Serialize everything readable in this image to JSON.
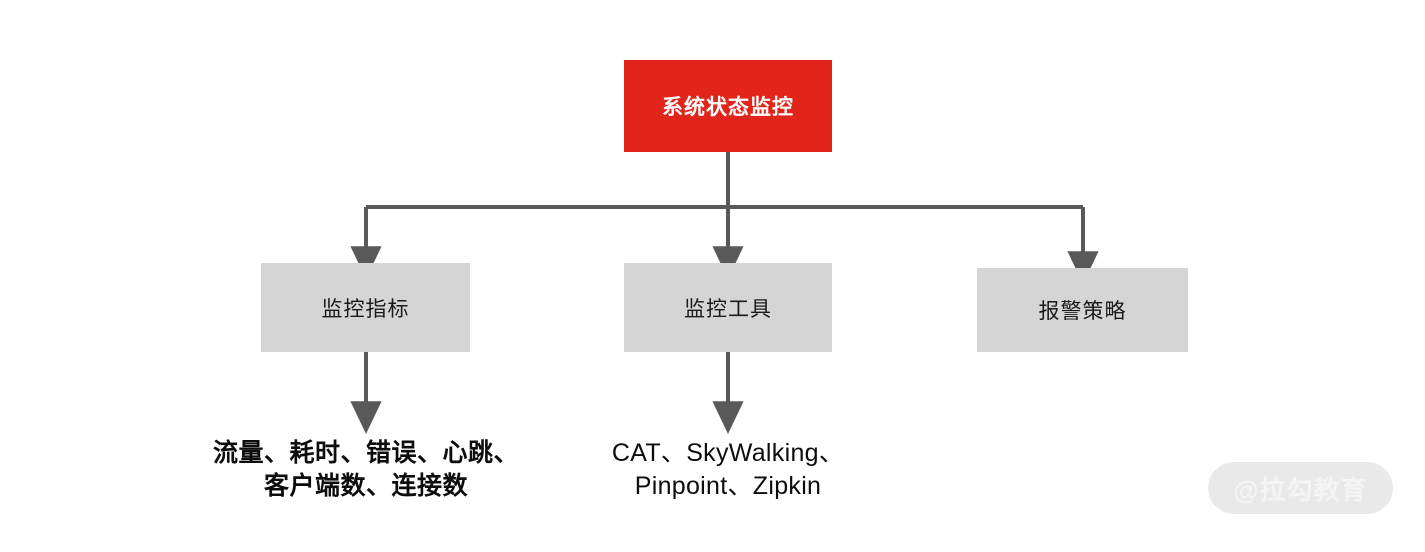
{
  "diagram": {
    "root": {
      "label": "系统状态监控",
      "fill": "#e2251b",
      "text_color": "#ffffff"
    },
    "branches": [
      {
        "label": "监控指标",
        "fill": "#d5d5d5",
        "text_color": "#1a1a1a"
      },
      {
        "label": "监控工具",
        "fill": "#d5d5d5",
        "text_color": "#1a1a1a"
      },
      {
        "label": "报警策略",
        "fill": "#d5d5d5",
        "text_color": "#1a1a1a"
      }
    ],
    "captions": [
      {
        "text": "流量、耗时、错误、心跳、\n客户端数、连接数"
      },
      {
        "text": "CAT、SkyWalking、\nPinpoint、Zipkin"
      }
    ],
    "connector_color": "#595959"
  },
  "watermark": {
    "label": "@拉勾教育"
  }
}
